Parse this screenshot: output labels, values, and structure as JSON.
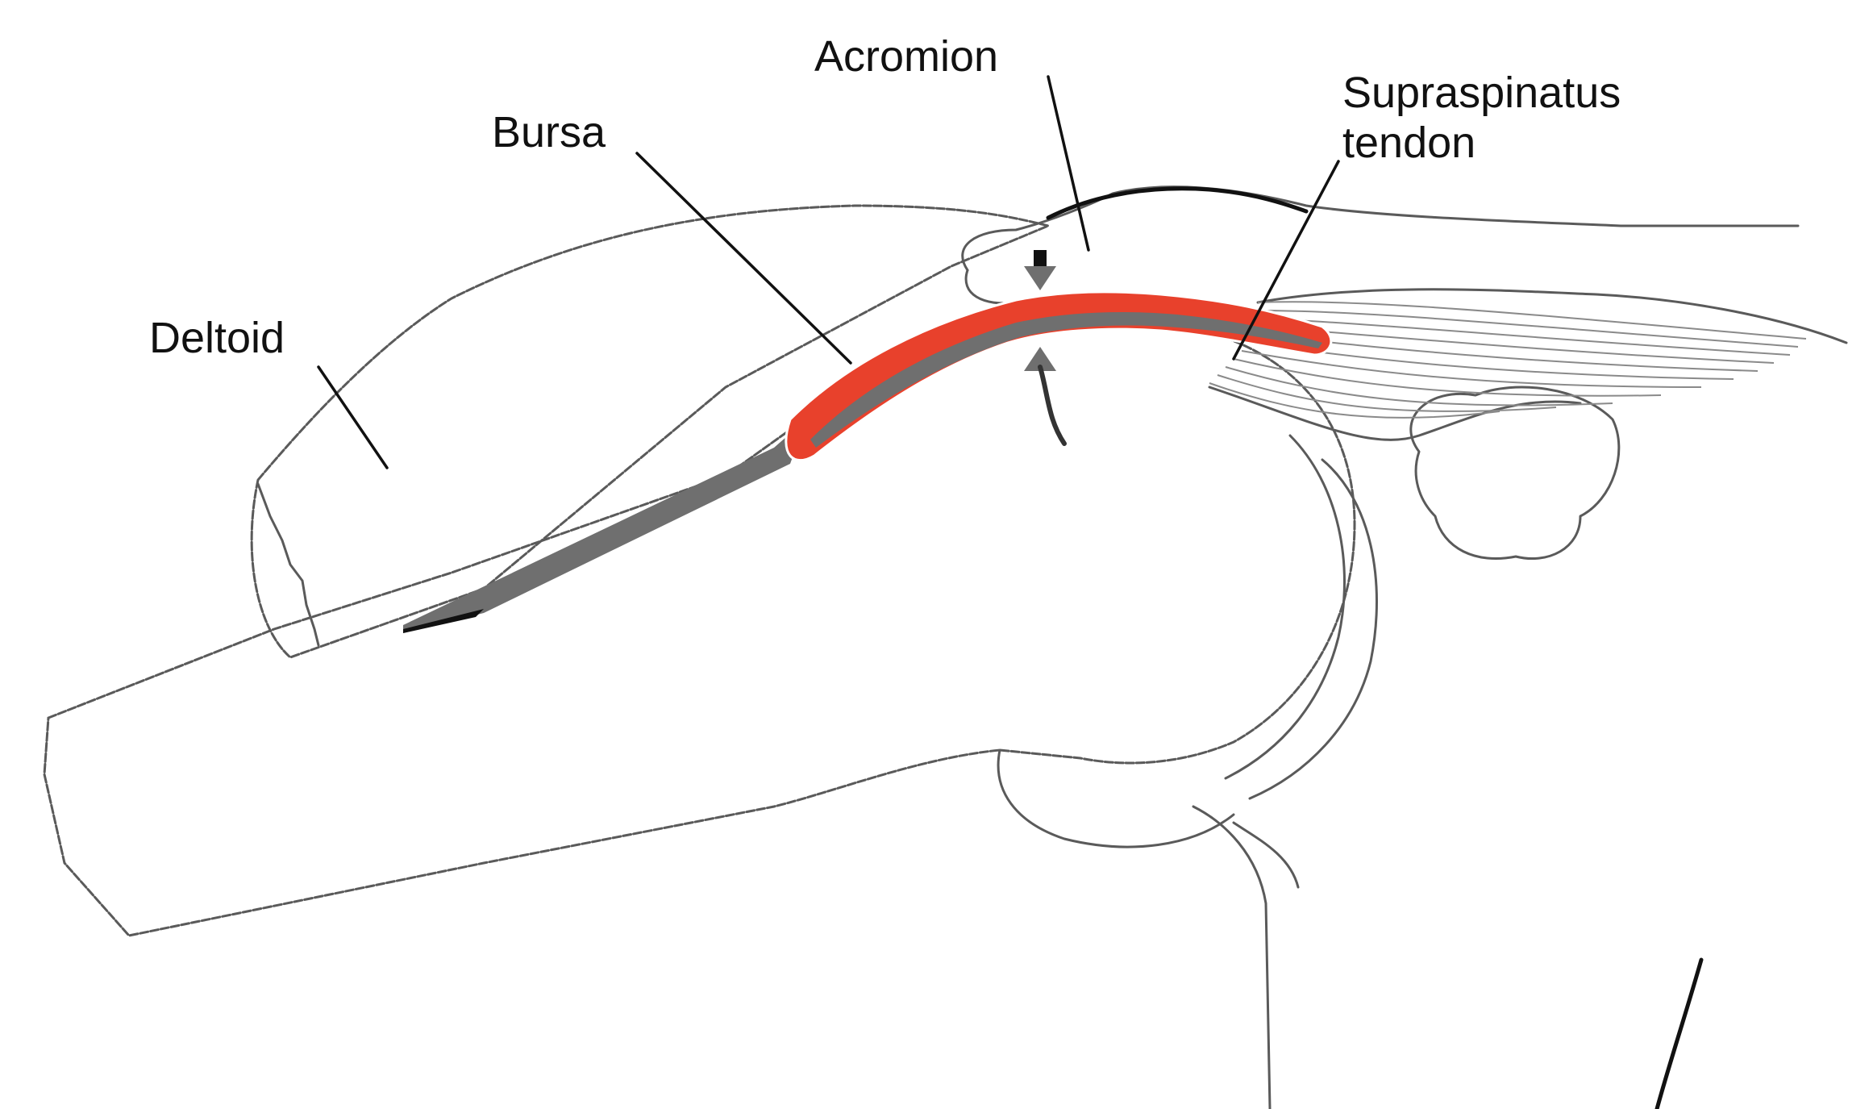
{
  "labels": {
    "acromion": "Acromion",
    "bursa": "Bursa",
    "supraspinatus_line1": "Supraspinatus",
    "supraspinatus_line2": "tendon",
    "deltoid": "Deltoid"
  },
  "colors": {
    "bursa_fill": "#e8412c",
    "tendon_fill": "#6f6f6f",
    "outline": "#5a5a5a",
    "background": "#ffffff"
  }
}
